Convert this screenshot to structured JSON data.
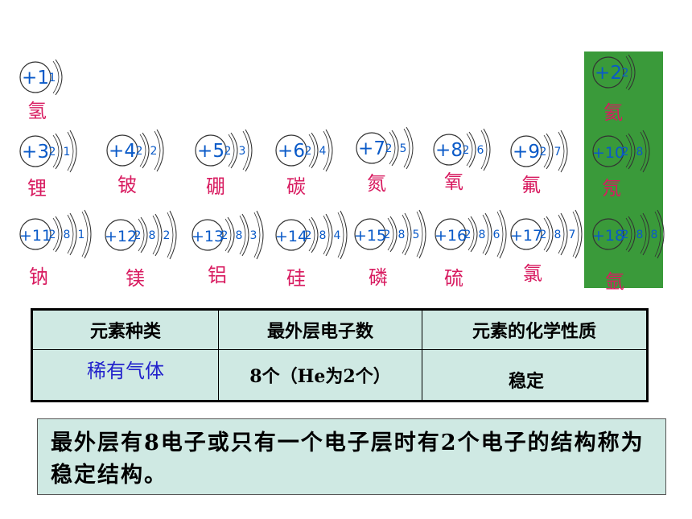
{
  "colors": {
    "nucleus_text": "#0a5ac8",
    "electron_text": "#0a5ac8",
    "element_name": "#d81b60",
    "noble_panel": "#3a9a3a",
    "table_bg": "#cfe9e3",
    "gas_name": "#2222cc"
  },
  "atoms": [
    {
      "charge": "+1",
      "electrons": [
        "1"
      ],
      "name": "氢"
    },
    {
      "charge": "+2",
      "electrons": [
        "2"
      ],
      "name": "氦"
    },
    {
      "charge": "+3",
      "electrons": [
        "2",
        "1"
      ],
      "name": "锂"
    },
    {
      "charge": "+4",
      "electrons": [
        "2",
        "2"
      ],
      "name": "铍"
    },
    {
      "charge": "+5",
      "electrons": [
        "2",
        "3"
      ],
      "name": "硼"
    },
    {
      "charge": "+6",
      "electrons": [
        "2",
        "4"
      ],
      "name": "碳"
    },
    {
      "charge": "+7",
      "electrons": [
        "2",
        "5"
      ],
      "name": "氮"
    },
    {
      "charge": "+8",
      "electrons": [
        "2",
        "6"
      ],
      "name": "氧"
    },
    {
      "charge": "+9",
      "electrons": [
        "2",
        "7"
      ],
      "name": "氟"
    },
    {
      "charge": "+10",
      "electrons": [
        "2",
        "8"
      ],
      "name": "氖"
    },
    {
      "charge": "+11",
      "electrons": [
        "2",
        "8",
        "1"
      ],
      "name": "钠"
    },
    {
      "charge": "+12",
      "electrons": [
        "2",
        "8",
        "2"
      ],
      "name": "镁"
    },
    {
      "charge": "+13",
      "electrons": [
        "2",
        "8",
        "3"
      ],
      "name": "铝"
    },
    {
      "charge": "+14",
      "electrons": [
        "2",
        "8",
        "4"
      ],
      "name": "硅"
    },
    {
      "charge": "+15",
      "electrons": [
        "2",
        "8",
        "5"
      ],
      "name": "磷"
    },
    {
      "charge": "+16",
      "electrons": [
        "2",
        "8",
        "6"
      ],
      "name": "硫"
    },
    {
      "charge": "+17",
      "electrons": [
        "2",
        "8",
        "7"
      ],
      "name": "氯"
    },
    {
      "charge": "+18",
      "electrons": [
        "2",
        "8",
        "8"
      ],
      "name": "氩"
    }
  ],
  "table": {
    "headers": [
      "元素种类",
      "最外层电子数",
      "元素的化学性质"
    ],
    "row": {
      "kind": "稀有气体",
      "outer_electrons": "8个（He为2个）",
      "property": "稳定"
    }
  },
  "note": "最外层有8电子或只有一个电子层时有2个电子的结构称为稳定结构。"
}
